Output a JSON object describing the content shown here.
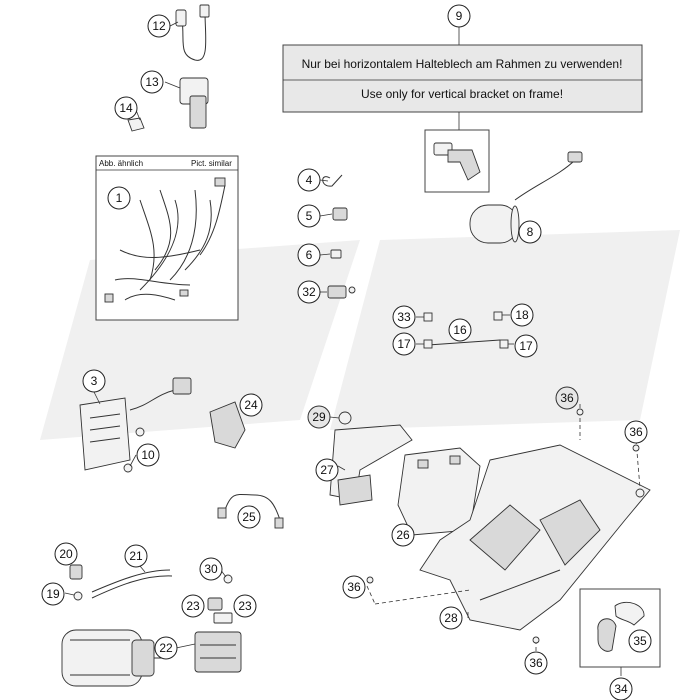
{
  "note": {
    "line1": "Nur bei horizontalem Halteblech am Rahmen zu verwenden!",
    "line2": "Use only for vertical bracket on frame!"
  },
  "harness_box": {
    "label_left": "Abb. ähnlich",
    "label_right": "Pict. similar"
  },
  "callouts": {
    "c1": "1",
    "c3": "3",
    "c4": "4",
    "c5": "5",
    "c6": "6",
    "c8": "8",
    "c9": "9",
    "c10": "10",
    "c12": "12",
    "c13": "13",
    "c14": "14",
    "c16": "16",
    "c17a": "17",
    "c17b": "17",
    "c18": "18",
    "c19": "19",
    "c20": "20",
    "c21": "21",
    "c22": "22",
    "c23a": "23",
    "c23b": "23",
    "c24": "24",
    "c25": "25",
    "c26": "26",
    "c27": "27",
    "c28": "28",
    "c29": "29",
    "c30": "30",
    "c32": "32",
    "c33": "33",
    "c34": "34",
    "c35": "35",
    "c36a": "36",
    "c36b": "36",
    "c36c": "36",
    "c36d": "36"
  },
  "colors": {
    "callout_fill": "#e6e6e6",
    "note_fill": "#e8e8e8",
    "line": "#333333",
    "watermark": "#f0f0f0"
  }
}
